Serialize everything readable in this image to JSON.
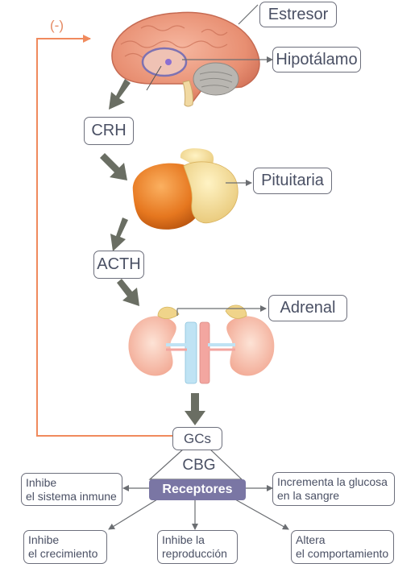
{
  "feedback_label": "(-)",
  "stressor": "Estresor",
  "hypothalamus": "Hipotálamo",
  "crh": "CRH",
  "pituitary": "Pituitaria",
  "acth": "ACTH",
  "adrenal": "Adrenal",
  "gcs": "GCs",
  "cbg": "CBG",
  "receptors": "Receptores",
  "effects": {
    "immune": "Inhibe\nel sistema inmune",
    "glucose": "Incrementa la glucosa\nen la sangre",
    "growth": "Inhibe\nel crecimiento",
    "reproduction": "Inhibe la\nreproducción",
    "behavior": "Altera\nel comportamiento"
  },
  "colors": {
    "feedback": "#f08a5d",
    "arrow": "#6a6e63",
    "receptor_box": "#7a76a4",
    "text": "#4a5064"
  }
}
